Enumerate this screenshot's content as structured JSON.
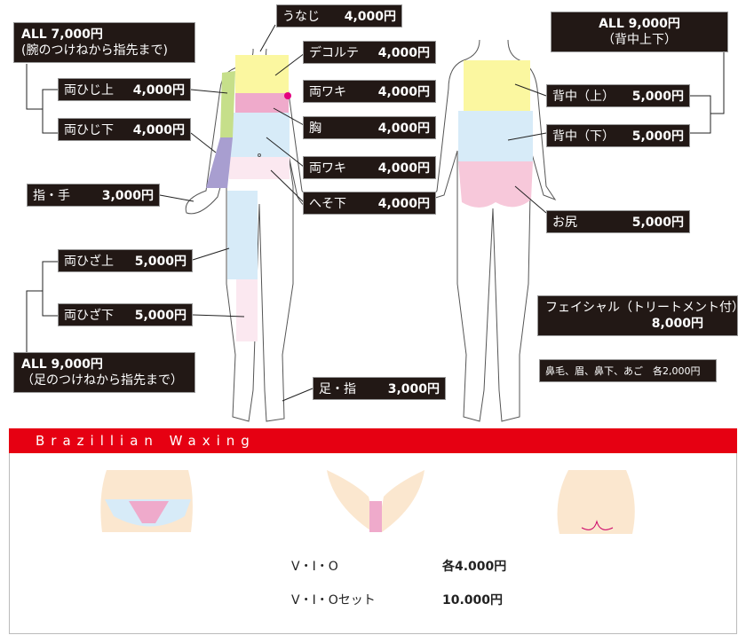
{
  "front": {
    "arm_all": {
      "line1": "ALL 7,000円",
      "line2": "(腕のつけねから指先まで)"
    },
    "unaji": {
      "name": "うなじ",
      "price": "4,000円"
    },
    "decollete": {
      "name": "デコルテ",
      "price": "4,000円"
    },
    "upper_arm": {
      "name": "両ひじ上",
      "price": "4,000円"
    },
    "armpit1": {
      "name": "両ワキ",
      "price": "4,000円"
    },
    "chest": {
      "name": "胸",
      "price": "4,000円"
    },
    "lower_arm": {
      "name": "両ひじ下",
      "price": "4,000円"
    },
    "armpit2": {
      "name": "両ワキ",
      "price": "4,000円"
    },
    "finger_hand": {
      "name": "指・手",
      "price": "3,000円"
    },
    "below_navel": {
      "name": "へそ下",
      "price": "4,000円"
    },
    "upper_knee": {
      "name": "両ひざ上",
      "price": "5,000円"
    },
    "lower_knee": {
      "name": "両ひざ下",
      "price": "5,000円"
    },
    "leg_all": {
      "line1": "ALL 9,000円",
      "line2": "（足のつけねから指先まで）"
    },
    "foot_toe": {
      "name": "足・指",
      "price": "3,000円"
    }
  },
  "back": {
    "back_all": {
      "line1": "ALL 9,000円",
      "line2": "（背中上下）"
    },
    "upper_back": {
      "name": "背中（上）",
      "price": "5,000円"
    },
    "lower_back": {
      "name": "背中（下）",
      "price": "5,000円"
    },
    "hip": {
      "name": "お尻",
      "price": "5,000円"
    }
  },
  "facial": {
    "line1": "フェイシャル（トリートメント付）",
    "line2": "8,000円"
  },
  "face_parts": "鼻毛、眉、鼻下、あご　各2,000円",
  "brazilian": {
    "title": "Brazillian Waxing",
    "rows": [
      {
        "name": "V・I・O",
        "price": "各4.000円"
      },
      {
        "name": "V・I・Oセット",
        "price": "10.000円"
      }
    ]
  },
  "colors": {
    "banner": "#e60012",
    "label_bg": "#221815"
  }
}
